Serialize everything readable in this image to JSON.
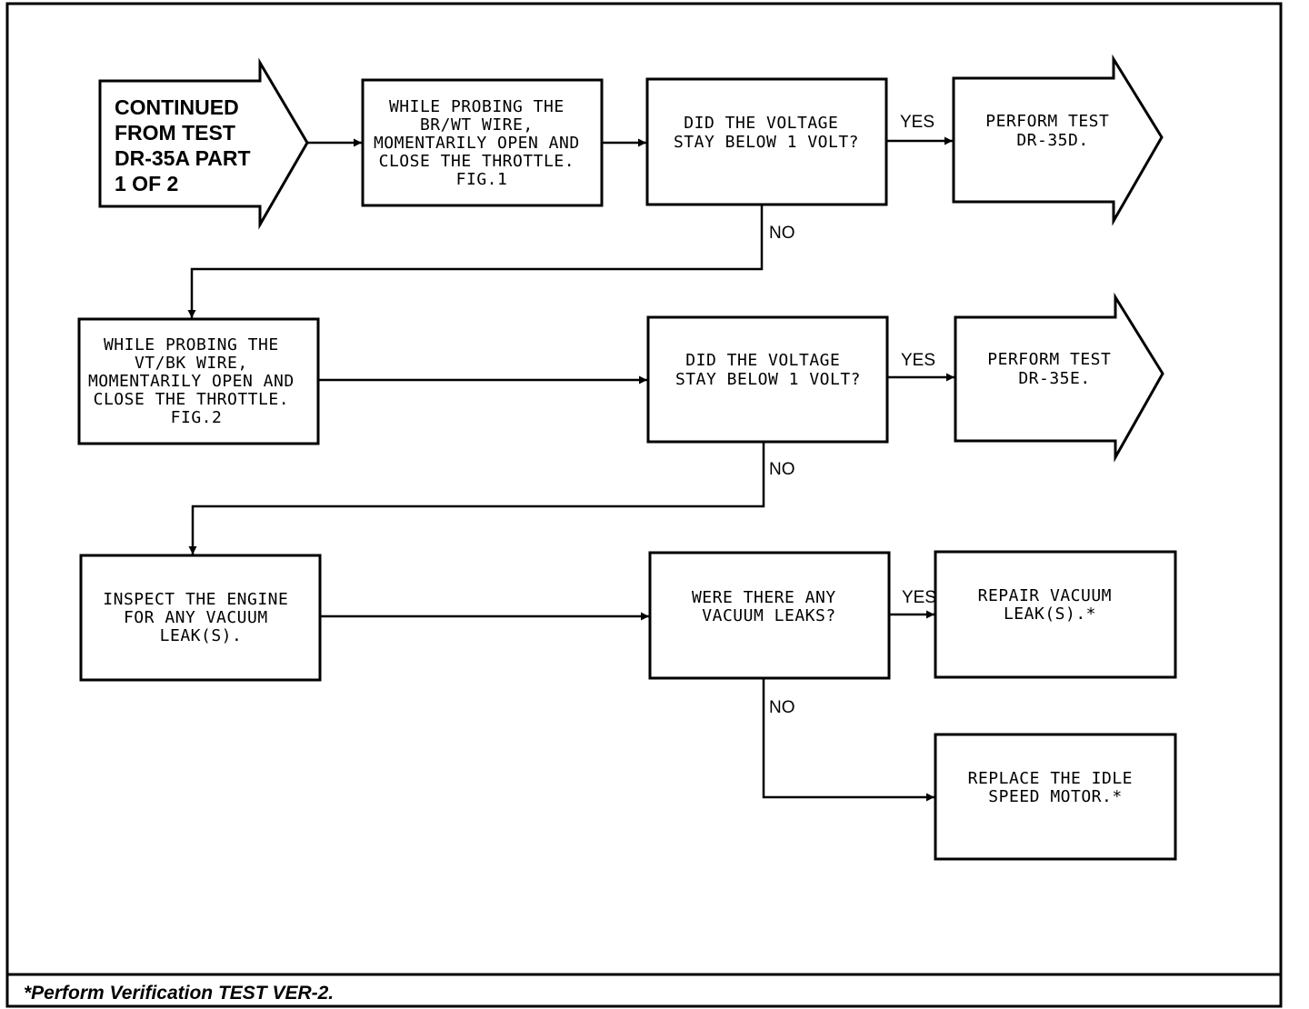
{
  "nodes": {
    "start": {
      "lines": [
        "CONTINUED",
        "FROM TEST",
        "DR-35A PART",
        "1 OF 2"
      ]
    },
    "step1": {
      "lines": [
        "WHILE PROBING THE",
        "BR/WT WIRE,",
        "MOMENTARILY OPEN AND",
        "CLOSE THE THROTTLE.",
        "FIG.1"
      ]
    },
    "q1": {
      "lines": [
        "DID THE VOLTAGE",
        "STAY BELOW 1 VOLT?"
      ]
    },
    "res1": {
      "lines": [
        "PERFORM TEST",
        "DR-35D."
      ]
    },
    "step2": {
      "lines": [
        "WHILE PROBING THE",
        "VT/BK WIRE,",
        "MOMENTARILY OPEN AND",
        "CLOSE THE THROTTLE.",
        "FIG.2"
      ]
    },
    "q2": {
      "lines": [
        "DID THE VOLTAGE",
        "STAY BELOW 1 VOLT?"
      ]
    },
    "res2": {
      "lines": [
        "PERFORM TEST",
        "DR-35E."
      ]
    },
    "step3": {
      "lines": [
        "INSPECT THE ENGINE",
        "FOR ANY VACUUM",
        "LEAK(S)."
      ]
    },
    "q3": {
      "lines": [
        "WERE THERE ANY",
        "VACUUM LEAKS?"
      ]
    },
    "repair": {
      "lines": [
        "REPAIR VACUUM",
        "LEAK(S).*"
      ]
    },
    "replace": {
      "lines": [
        "REPLACE THE IDLE",
        "SPEED MOTOR.*"
      ]
    }
  },
  "edge_labels": {
    "q1_yes": "YES",
    "q1_no": "NO",
    "q2_yes": "YES",
    "q2_no": "NO",
    "q3_yes": "YES",
    "q3_no": "NO"
  },
  "footer": "*Perform Verification TEST VER-2."
}
